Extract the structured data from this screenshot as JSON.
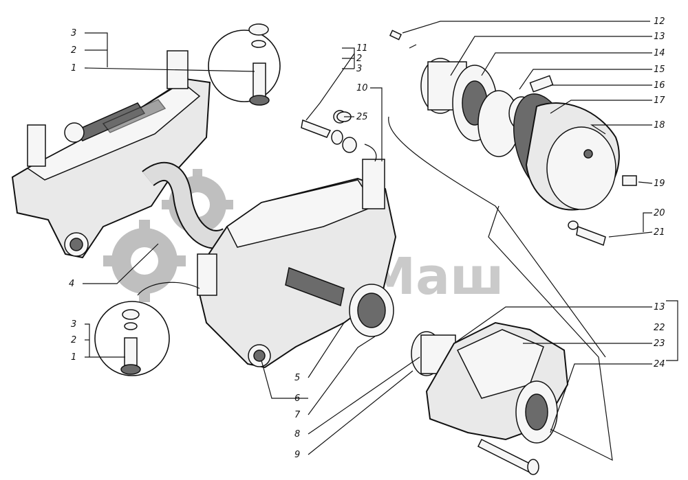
{
  "watermark": {
    "text": "СпецМаш",
    "gear_color": "#9a9a9a"
  },
  "callouts": {
    "c1_top": "1",
    "c2_top": "2",
    "c3_top": "3",
    "c1_bot": "1",
    "c2_bot": "2",
    "c3_bot": "3",
    "c4": "4",
    "c5": "5",
    "c6": "6",
    "c7": "7",
    "c8": "8",
    "c9": "9",
    "c10": "10",
    "c11": "11",
    "c2_mid": "2",
    "c3_mid": "3",
    "c12": "12",
    "c13_top": "13",
    "c14": "14",
    "c15": "15",
    "c16": "16",
    "c17": "17",
    "c18": "18",
    "c19": "19",
    "c20": "20",
    "c21": "21",
    "c13_bot": "13",
    "c22": "22",
    "c23": "23",
    "c24": "24",
    "c25": "25"
  }
}
